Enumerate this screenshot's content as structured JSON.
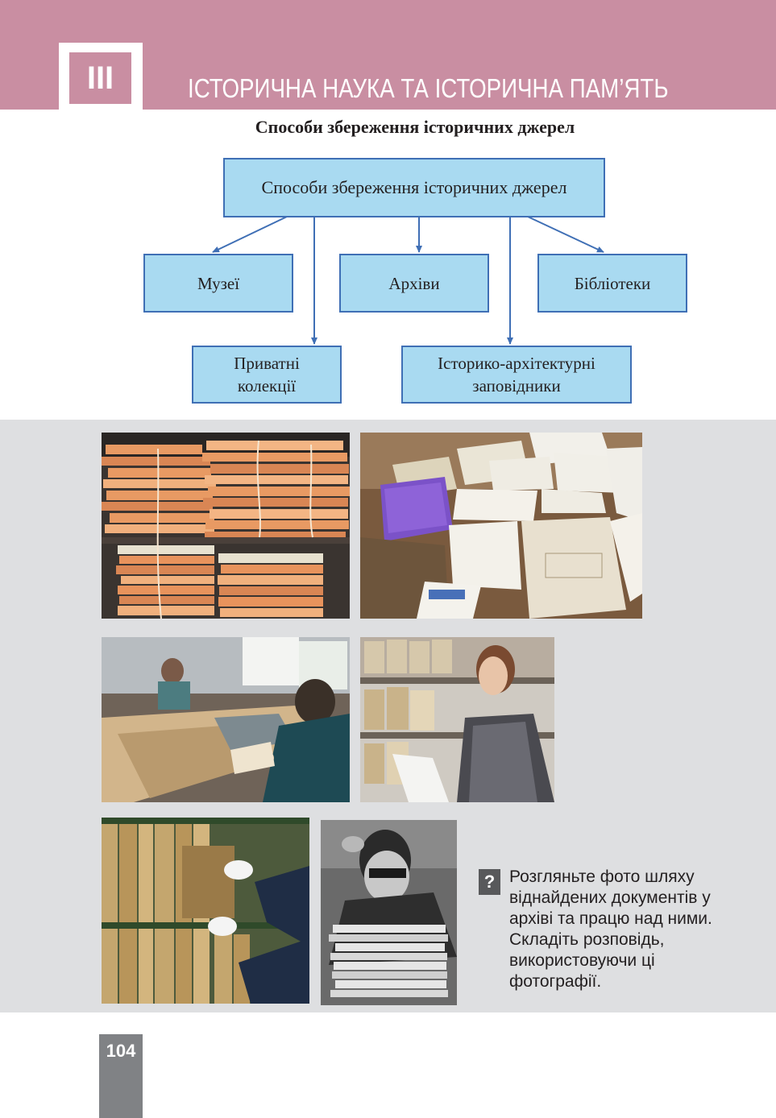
{
  "header": {
    "section_number": "III",
    "chapter_title": "ІСТОРИЧНА НАУКА ТА ІСТОРИЧНА ПАМ’ЯТЬ",
    "band_color": "#c98ea2"
  },
  "diagram": {
    "heading": "Способи збереження історичних джерел",
    "root": "Способи збереження історичних джерел",
    "children": [
      "Музеї",
      "Архіви",
      "Бібліотеки",
      "Приватні колекції",
      "Історико-архітектурні заповідники"
    ],
    "node_fill": "#a9daf1",
    "node_border": "#3f6fb5"
  },
  "photos": [
    {
      "name": "stacks-of-archive-folders-photo"
    },
    {
      "name": "old-documents-on-table-photo"
    },
    {
      "name": "archive-restoration-workers-photo"
    },
    {
      "name": "woman-reading-archive-shelves-photo"
    },
    {
      "name": "gloved-hands-taking-folder-photo"
    },
    {
      "name": "man-with-paper-stacks-photo"
    }
  ],
  "task": {
    "icon": "question-icon",
    "icon_symbol": "?",
    "text": "Розгляньте фото шляху віднайдених документів у архіві та працю над ними. Складіть розповідь, використовуючи ці фотографії."
  },
  "footer": {
    "page_number": "104"
  }
}
